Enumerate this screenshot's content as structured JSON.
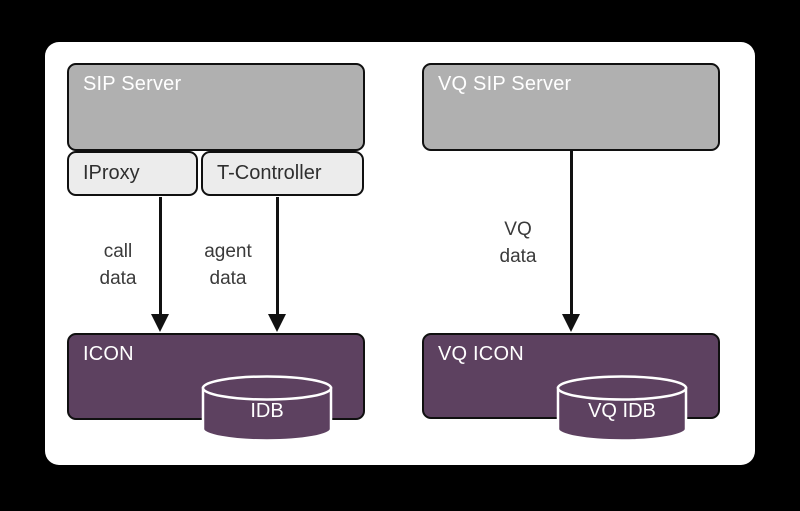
{
  "colors": {
    "page_background": "#000000",
    "canvas_background": "#ffffff",
    "server_box_fill": "#b0b0b0",
    "module_box_fill": "#ececec",
    "system_box_fill": "#5d4160",
    "box_border": "#101010",
    "arrow": "#111111",
    "flow_label_text": "#3a3a3a",
    "light_text": "#ffffff",
    "dark_text": "#2f2f2f"
  },
  "left": {
    "server": "SIP Server",
    "module_1": "IProxy",
    "module_2": "T-Controller",
    "flow_1": "call\ndata",
    "flow_2": "agent\ndata",
    "system": "ICON",
    "database": "IDB"
  },
  "right": {
    "server": "VQ SIP Server",
    "flow_1": "VQ\ndata",
    "system": "VQ ICON",
    "database": "VQ IDB"
  }
}
